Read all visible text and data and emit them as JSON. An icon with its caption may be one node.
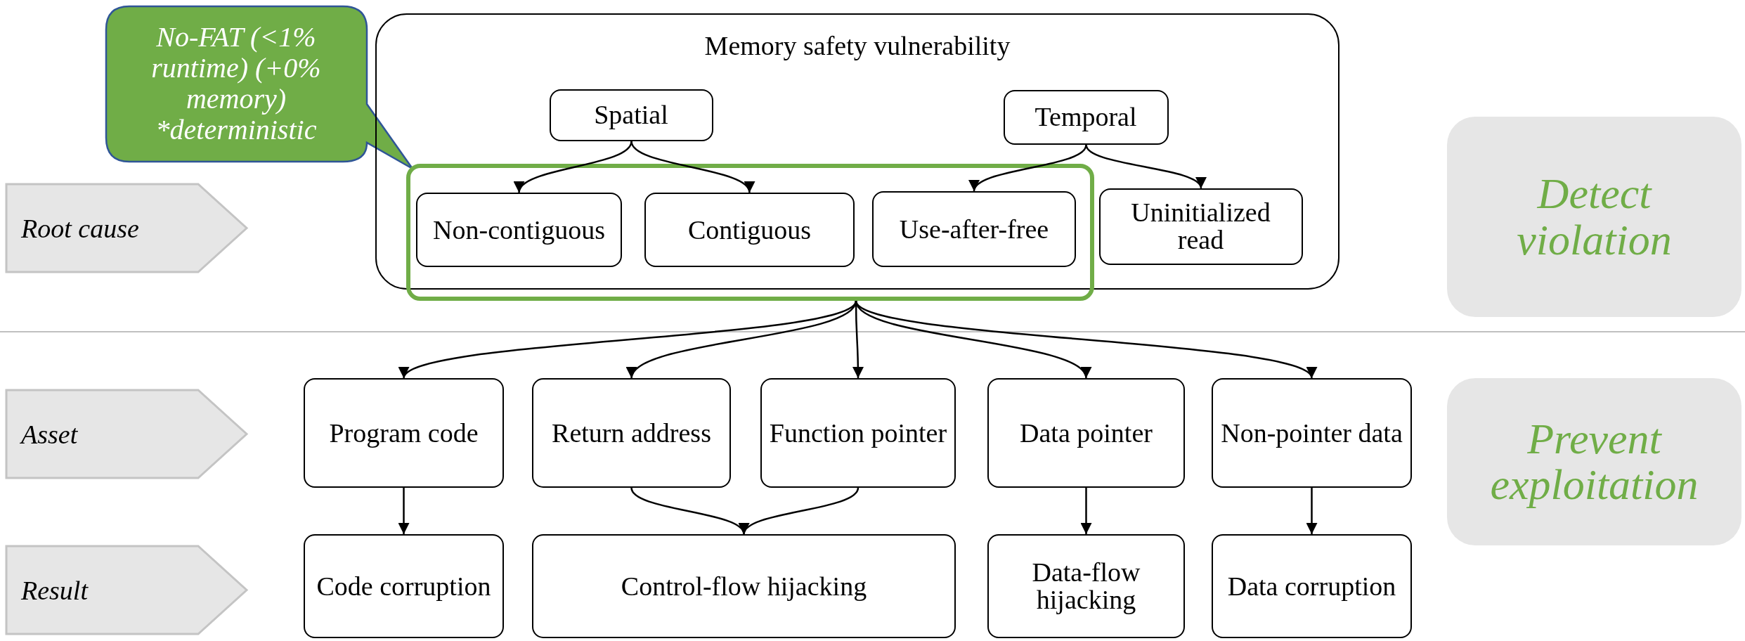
{
  "diagram": {
    "nodes": [
      {
        "text": [
          "No-FAT (<1% runtime) (+0% memory) *deterministic"
        ]
      },
      {
        "text": [
          "Memory safety vulnerability"
        ]
      },
      {
        "text": [
          "Spatial"
        ],
        "in": 1
      },
      {
        "text": [
          "Temporal"
        ],
        "in": 1
      },
      {
        "text": [],
        "shape": "box"
      },
      {
        "text": [
          "Non-contiguous"
        ],
        "in": 4
      },
      {
        "text": [
          "Contiguous"
        ],
        "in": 4
      },
      {
        "text": [
          "Use-after-free"
        ],
        "in": 4
      },
      {
        "text": [
          "Uninitialized read"
        ],
        "in": 1
      },
      {
        "text": [
          "Root cause"
        ]
      },
      {
        "text": [
          "Detect violation"
        ]
      },
      {
        "text": [
          "Asset"
        ]
      },
      {
        "text": [
          "Program code"
        ]
      },
      {
        "text": [
          "Return address"
        ]
      },
      {
        "text": [
          "Function pointer"
        ]
      },
      {
        "text": [
          "Data pointer"
        ]
      },
      {
        "text": [
          "Non-pointer data"
        ]
      },
      {
        "text": [
          "Prevent exploitation"
        ]
      },
      {
        "text": [
          "Result"
        ]
      },
      {
        "text": [
          "Code corruption"
        ]
      },
      {
        "text": [
          "Control-flow hijacking"
        ]
      },
      {
        "text": [
          "Data-flow hijacking"
        ]
      },
      {
        "text": [
          "Data corruption"
        ]
      }
    ],
    "edges": [
      {
        "from": 2,
        "to": 5,
        "arrow": "to"
      },
      {
        "from": 2,
        "to": 6,
        "arrow": "to"
      },
      {
        "from": 3,
        "to": 7,
        "arrow": "to"
      },
      {
        "from": 3,
        "to": 8,
        "arrow": "to"
      },
      {
        "from": 4,
        "to": 12,
        "arrow": "to"
      },
      {
        "from": 4,
        "to": 13,
        "arrow": "to"
      },
      {
        "from": 4,
        "to": 14,
        "arrow": "to"
      },
      {
        "from": 4,
        "to": 15,
        "arrow": "to"
      },
      {
        "from": 4,
        "to": 16,
        "arrow": "to"
      },
      {
        "from": 12,
        "to": 19,
        "arrow": "to"
      },
      {
        "from": 13,
        "to": 20,
        "arrow": "to"
      },
      {
        "from": 14,
        "to": 20,
        "arrow": "to"
      },
      {
        "from": 15,
        "to": 21,
        "arrow": "to"
      },
      {
        "from": 16,
        "to": 22,
        "arrow": "to"
      }
    ]
  }
}
